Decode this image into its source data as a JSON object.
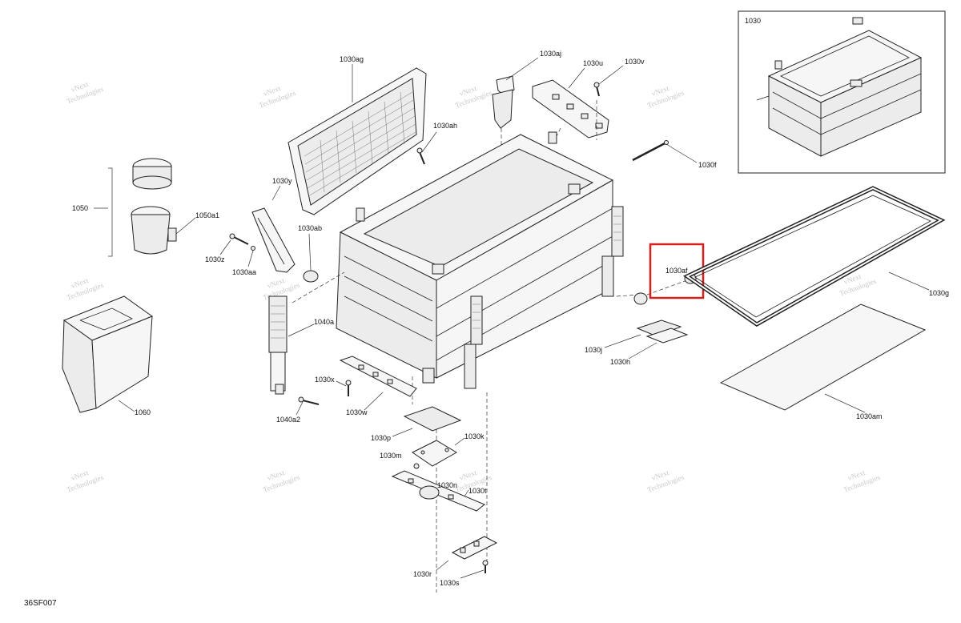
{
  "diagram": {
    "code": "36SF007",
    "inset_label": "1030",
    "watermark_line1": "vNext",
    "watermark_line2": "Technologies",
    "watermark_combined": "vNext Technologies",
    "highlight_color": "#d62020",
    "highlight_label": "1030af"
  },
  "labels": {
    "l1030ag": "1030ag",
    "l1030aj": "1030aj",
    "l1030u": "1030u",
    "l1030v": "1030v",
    "l1030ah": "1030ah",
    "l1030f": "1030f",
    "l1030y": "1030y",
    "l1050": "1050",
    "l1050a1": "1050a1",
    "l1030z": "1030z",
    "l1030aa": "1030aa",
    "l1030ab": "1030ab",
    "l1040a": "1040a",
    "l1030x": "1030x",
    "l1030w": "1030w",
    "l1040a2": "1040a2",
    "l1060": "1060",
    "l1030p": "1030p",
    "l1030k": "1030k",
    "l1030m": "1030m",
    "l1030n": "1030n",
    "l1030t": "1030t",
    "l1030r": "1030r",
    "l1030s": "1030s",
    "l1030j": "1030j",
    "l1030h": "1030h",
    "l1030g": "1030g",
    "l1030am": "1030am"
  }
}
